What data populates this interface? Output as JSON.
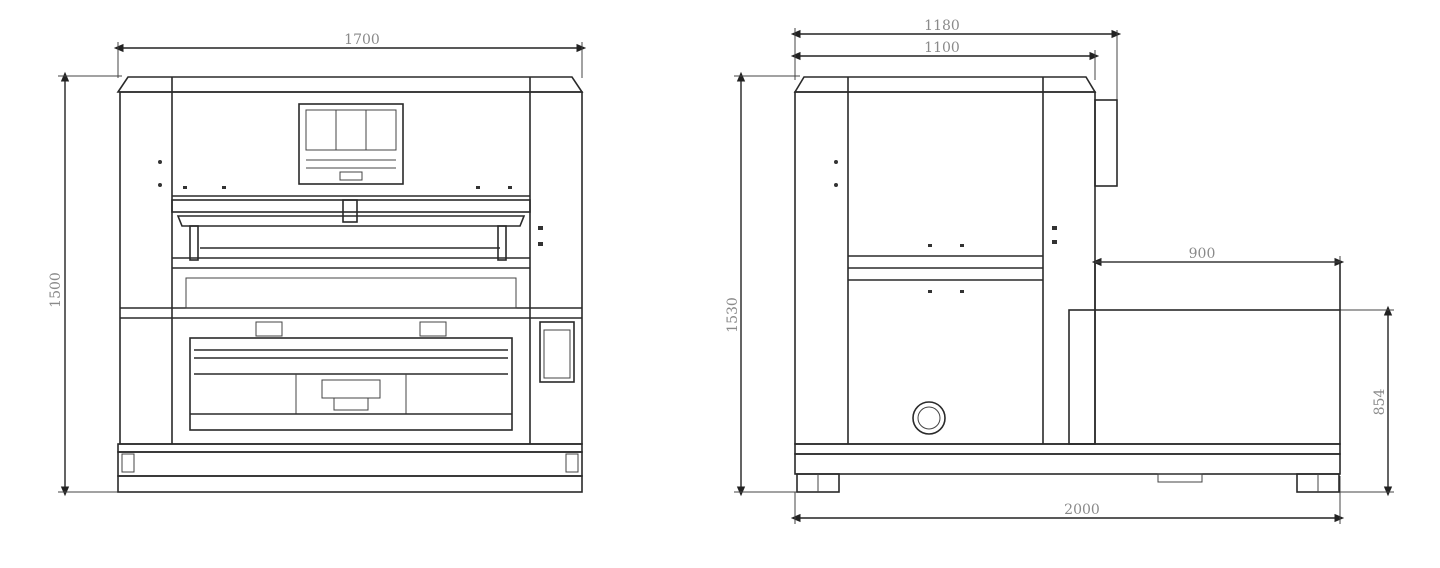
{
  "front_view": {
    "width_label": "1700",
    "height_label": "1500"
  },
  "side_view": {
    "overall_depth_label": "1180",
    "body_depth_label": "1100",
    "height_label": "1530",
    "platform_depth_label": "900",
    "platform_height_label": "854",
    "base_length_label": "2000"
  }
}
